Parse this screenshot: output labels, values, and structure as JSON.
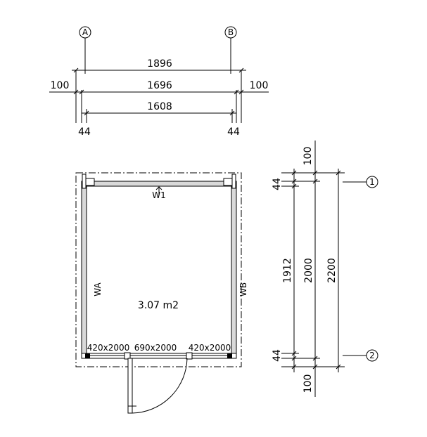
{
  "grid_axes": {
    "columns": [
      "A",
      "B"
    ],
    "rows": [
      "1",
      "2"
    ]
  },
  "horizontal_dimensions": {
    "overall": "1896",
    "left_offset": "100",
    "right_offset": "100",
    "inner": "1696",
    "clear": "1608",
    "left_wall": "44",
    "right_wall": "44"
  },
  "vertical_dimensions": {
    "top_offset": "100",
    "top_wall": "44",
    "clear": "1912",
    "inner": "2000",
    "overall": "2200",
    "bottom_wall": "44",
    "bottom_offset": "100"
  },
  "walls": {
    "top": "W1",
    "left": "WA",
    "right": "WB"
  },
  "room_area": "3.07 m2",
  "openings": [
    "420x2000",
    "690x2000",
    "420x2000"
  ]
}
